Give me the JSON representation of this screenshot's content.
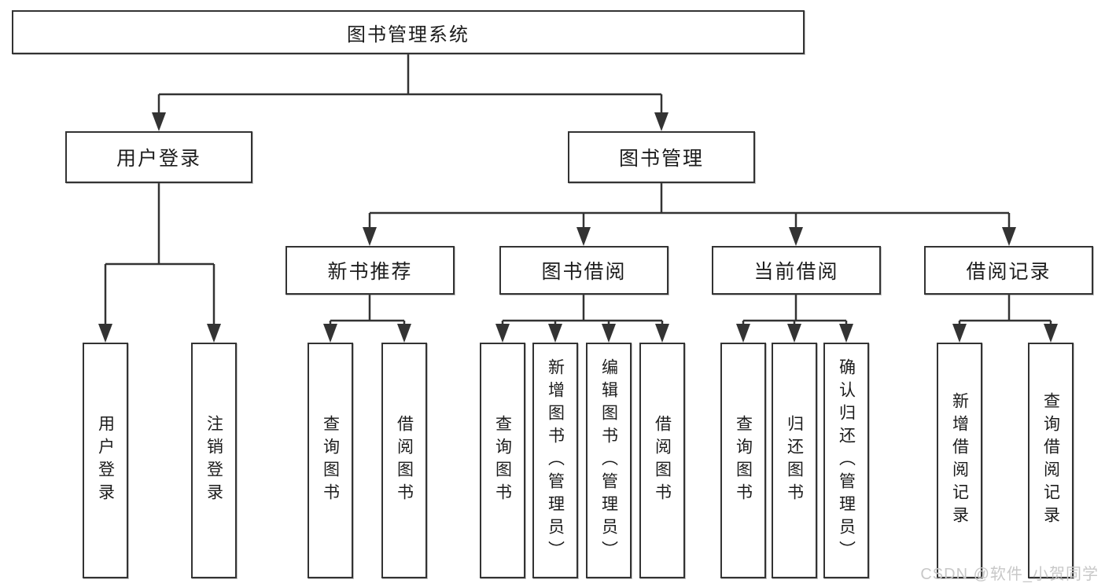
{
  "diagram_title": "图书管理系统",
  "tree": {
    "root": {
      "label": "图书管理系统"
    },
    "branches": [
      {
        "label": "用户登录",
        "children": [
          {
            "label": "用户登录"
          },
          {
            "label": "注销登录"
          }
        ]
      },
      {
        "label": "图书管理",
        "children": [
          {
            "label": "新书推荐",
            "children": [
              {
                "label": "查询图书"
              },
              {
                "label": "借阅图书"
              }
            ]
          },
          {
            "label": "图书借阅",
            "children": [
              {
                "label": "查询图书"
              },
              {
                "label": "新增图书（管理员）"
              },
              {
                "label": "编辑图书（管理员）"
              },
              {
                "label": "借阅图书"
              }
            ]
          },
          {
            "label": "当前借阅",
            "children": [
              {
                "label": "查询图书"
              },
              {
                "label": "归还图书"
              },
              {
                "label": "确认归还（管理员）"
              }
            ]
          },
          {
            "label": "借阅记录",
            "children": [
              {
                "label": "新增借阅记录"
              },
              {
                "label": "查询借阅记录"
              }
            ]
          }
        ]
      }
    ]
  },
  "watermark": {
    "text": "CSDN @软件_小贺同学"
  },
  "colors": {
    "line": "#333333",
    "text": "#1c1c1c",
    "background": "#ffffff",
    "watermark": "#c8c8c8"
  }
}
